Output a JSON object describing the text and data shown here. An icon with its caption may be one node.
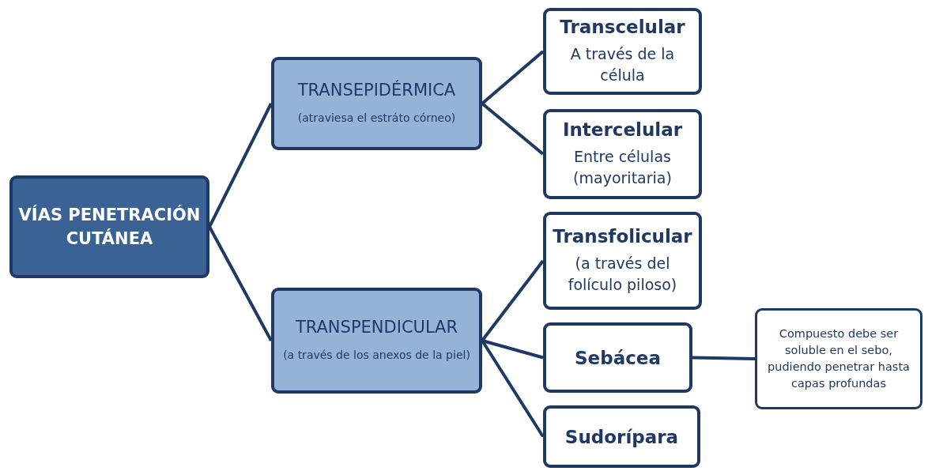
{
  "diagram": {
    "nodes": [
      {
        "text": [
          "VÍAS PENETRACIÓN CUTÁNEA"
        ]
      },
      {
        "text": [
          "TRANSEPIDÉRMICA",
          "(atraviesa el estráto córneo)"
        ]
      },
      {
        "text": [
          "Transcelular",
          "A través de la célula"
        ]
      },
      {
        "text": [
          "Intercelular",
          "Entre células (mayoritaria)"
        ]
      },
      {
        "text": [
          "TRANSPENDICULAR",
          "(a través de los anexos de la piel)"
        ]
      },
      {
        "text": [
          "Transfolicular",
          "(a través del folículo piloso)"
        ]
      },
      {
        "text": [
          "Sebácea"
        ]
      },
      {
        "text": [
          "Compuesto debe ser soluble en el sebo, pudiendo penetrar hasta capas profundas"
        ]
      },
      {
        "text": [
          "Sudorípara"
        ]
      }
    ],
    "edges": [
      {
        "from": 0,
        "to": 1,
        "arrow": "none"
      },
      {
        "from": 0,
        "to": 4,
        "arrow": "none"
      },
      {
        "from": 1,
        "to": 2,
        "arrow": "none"
      },
      {
        "from": 1,
        "to": 3,
        "arrow": "none"
      },
      {
        "from": 4,
        "to": 5,
        "arrow": "none"
      },
      {
        "from": 4,
        "to": 6,
        "arrow": "none"
      },
      {
        "from": 4,
        "to": 8,
        "arrow": "none"
      },
      {
        "from": 6,
        "to": 7,
        "arrow": "none"
      }
    ]
  }
}
